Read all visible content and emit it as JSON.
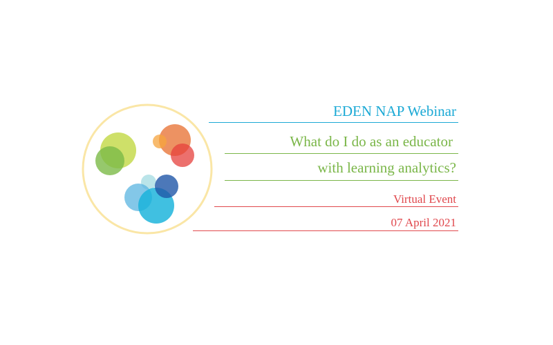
{
  "slide": {
    "event_title": "EDEN NAP Webinar",
    "question_line1": "What do I do as an educator",
    "question_line2": "with learning analytics?",
    "format": "Virtual Event",
    "date": "07 April 2021"
  },
  "colors": {
    "blue": "#1ba9d5",
    "green": "#7ab648",
    "red": "#e0474c",
    "ring": "#fae6a6"
  }
}
